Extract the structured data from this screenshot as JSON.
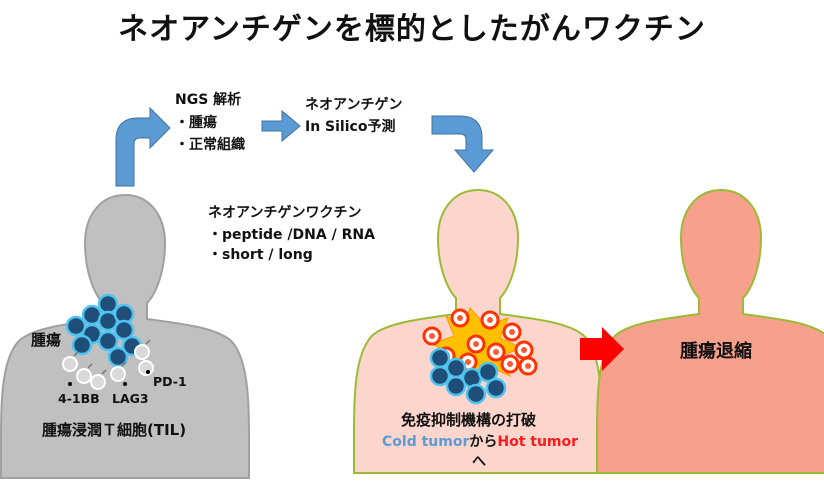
{
  "title": "ネオアンチゲンを標的としたがんワクチン",
  "steps": {
    "ngs": {
      "heading": "NGS 解析",
      "items": [
        "・腫瘍",
        "・正常組織"
      ]
    },
    "prediction": {
      "heading": "ネオアンチゲン",
      "sub": "In Silico予測"
    },
    "vaccine": {
      "heading": "ネオアンチゲンワクチン",
      "items": [
        "・peptide /DNA / RNA",
        "・short / long"
      ]
    }
  },
  "figure1": {
    "tumor_label": "腫瘍",
    "markers": [
      "PD-1",
      "4-1BB",
      "LAG3"
    ],
    "til_label": "腫瘍浸潤Ｔ細胞(TIL)"
  },
  "figure2": {
    "caption": "免疫抑制機構の打破",
    "cold": "Cold tumor",
    "from": "から",
    "hot": "Hot tumor",
    "to": "へ"
  },
  "figure3": {
    "label": "腫瘍退縮"
  },
  "colors": {
    "gray_body": "#c0c0c0",
    "pink_body": "#fcd5cc",
    "salmon_body": "#f7a08c",
    "body_outline": "#9bbb34",
    "blue_arrow": "#5b9bd5",
    "red_arrow": "#ff0000",
    "tumor_cell": "#1f4e79",
    "tcell_outline": "#ff3300",
    "explosion": "#ffc000"
  }
}
